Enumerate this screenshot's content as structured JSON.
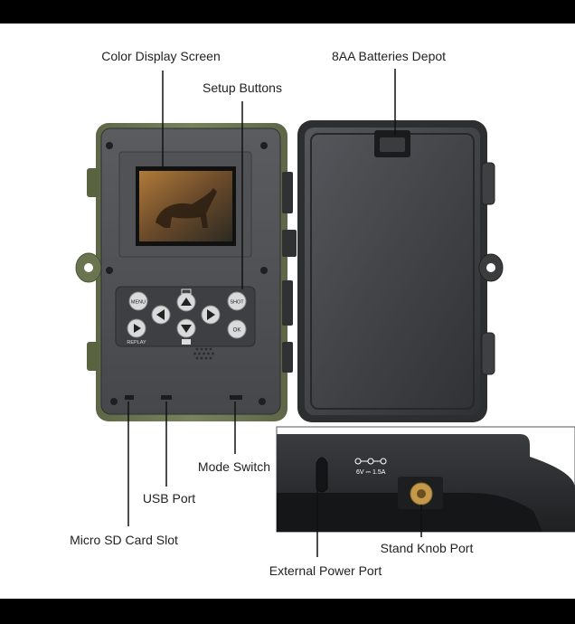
{
  "labels": {
    "color_display": "Color Display Screen",
    "setup_buttons": "Setup Buttons",
    "batteries": "8AA Batteries Depot",
    "mode_switch": "Mode Switch",
    "usb_port": "USB Port",
    "micro_sd": "Micro SD Card Slot",
    "external_power": "External Power Port",
    "stand_knob": "Stand Knob Port"
  },
  "buttons": {
    "menu": "MENU",
    "shot": "SHOT",
    "ok": "OK",
    "replay": "REPLAY"
  },
  "power_marking": "6V ⎓ 1.5A",
  "colors": {
    "shell_green": "#6f7a55",
    "panel_dark": "#4d4f52",
    "lid_dark": "#3b3d40",
    "line": "#111111"
  }
}
